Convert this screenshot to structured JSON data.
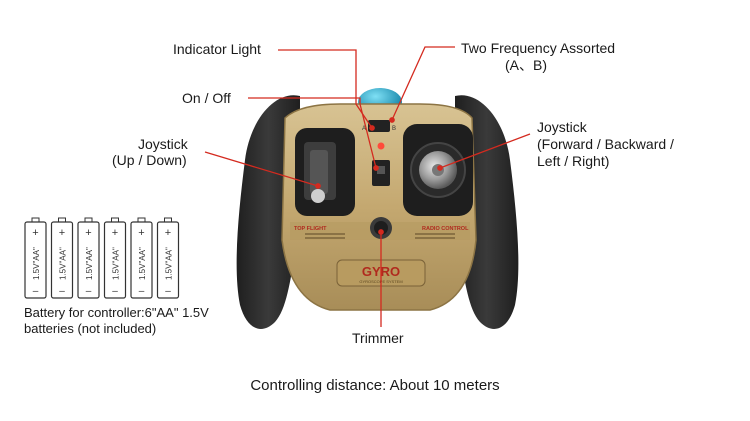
{
  "labels": {
    "indicator_light": "Indicator Light",
    "on_off": "On / Off",
    "joystick_left_title": "Joystick",
    "joystick_left_sub": "(Up / Down)",
    "freq_title": "Two Frequency Assorted",
    "freq_sub": "(A、B)",
    "joystick_right_title": "Joystick",
    "joystick_right_l2": "(Forward / Backward /",
    "joystick_right_l3": "Left / Right)",
    "trimmer": "Trimmer"
  },
  "battery": {
    "cell_label": "1.5V\"AA\"",
    "count": 6,
    "note_l1": "Battery for controller:6\"AA\" 1.5V",
    "note_l2": "batteries (not included)"
  },
  "controller_text": {
    "gyro": "GYRO",
    "gyro_sub": "GYROSCOPE SYSTEM",
    "radio": "RADIO CONTROL",
    "brand": "TOP FLIGHT",
    "marks": [
      "A",
      "B"
    ]
  },
  "footer": "Controlling distance: About 10 meters",
  "colors": {
    "callout_line": "#d42a1f",
    "body_gold": "#c9b07d",
    "grip_black": "#2b2b2b",
    "antenna_teal": "#1aa5c8"
  }
}
